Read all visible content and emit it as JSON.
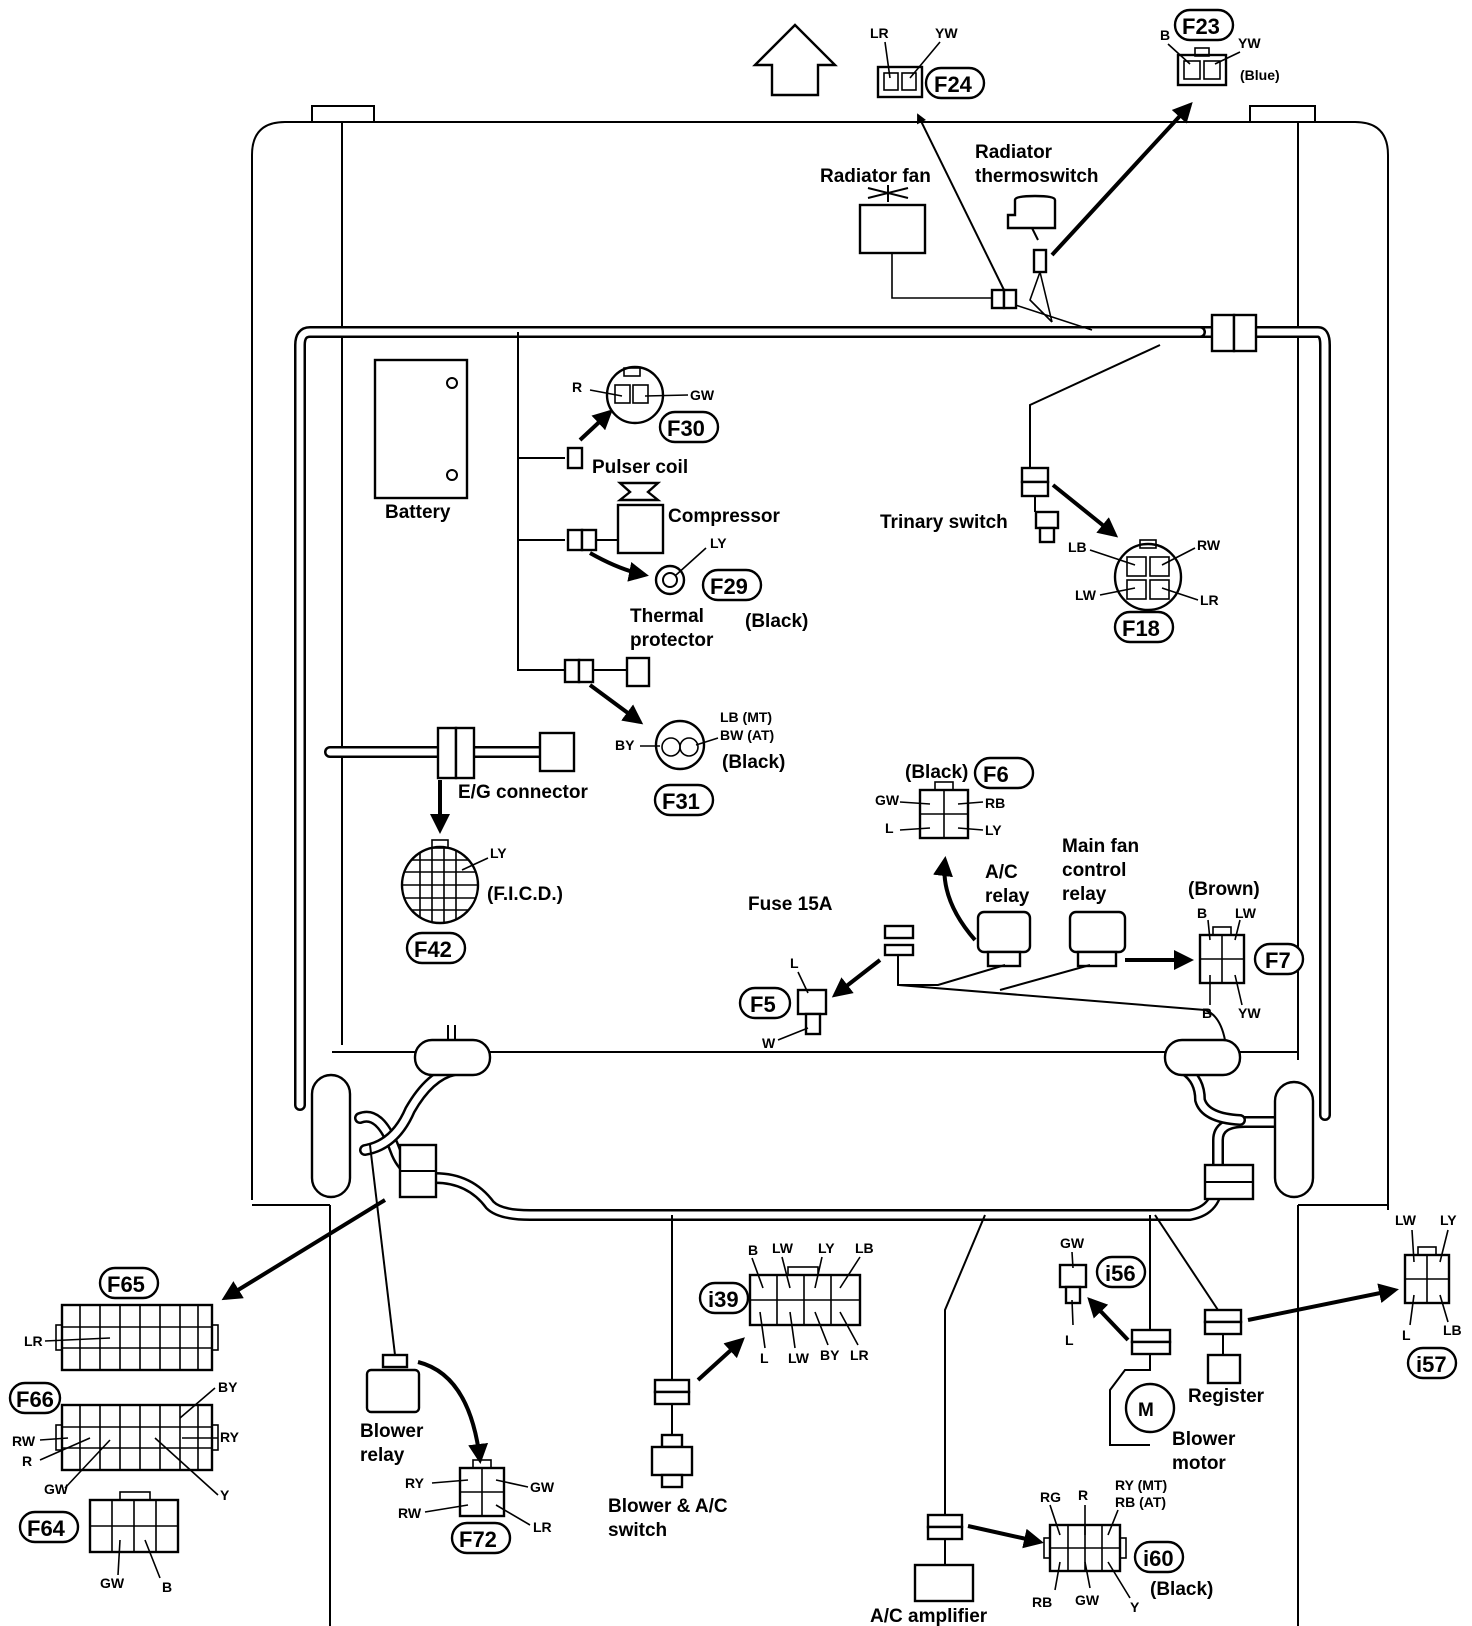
{
  "components": {
    "radiator_fan": "Radiator fan",
    "radiator_thermoswitch": [
      "Radiator",
      "thermoswitch"
    ],
    "battery": "Battery",
    "pulser_coil": "Pulser coil",
    "compressor": "Compressor",
    "thermal_protector": [
      "Thermal",
      "protector"
    ],
    "trinary_switch": "Trinary switch",
    "eg_connector": "E/G connector",
    "ficd": "(F.I.C.D.)",
    "fuse": "Fuse 15A",
    "ac_relay": [
      "A/C",
      "relay"
    ],
    "main_fan_relay": [
      "Main fan",
      "control",
      "relay"
    ],
    "blower_relay": [
      "Blower",
      "relay"
    ],
    "blower_ac_switch": [
      "Blower & A/C",
      "switch"
    ],
    "blower_motor": [
      "Blower",
      "motor"
    ],
    "motor_symbol": "M",
    "register": "Register",
    "ac_amplifier": "A/C amplifier"
  },
  "connectors": {
    "F24": {
      "id": "F24",
      "pins": [
        "LR",
        "YW"
      ]
    },
    "F23": {
      "id": "F23",
      "pins": [
        "B",
        "YW"
      ],
      "color": "(Blue)"
    },
    "F30": {
      "id": "F30",
      "pins": [
        "R",
        "GW"
      ]
    },
    "F29": {
      "id": "F29",
      "pins": [
        "LY"
      ],
      "color": "(Black)"
    },
    "F31": {
      "id": "F31",
      "pins": [
        "BY",
        "LB (MT)",
        "BW (AT)"
      ],
      "color": "(Black)"
    },
    "F18": {
      "id": "F18",
      "pins": [
        "LB",
        "RW",
        "LW",
        "LR"
      ]
    },
    "F42": {
      "id": "F42",
      "pins": [
        "LY"
      ]
    },
    "F6": {
      "id": "F6",
      "pins": [
        "GW",
        "RB",
        "L",
        "LY"
      ],
      "color": "(Black)"
    },
    "F7": {
      "id": "F7",
      "pins": [
        "B",
        "LW",
        "B",
        "YW"
      ],
      "color": "(Brown)"
    },
    "F5": {
      "id": "F5",
      "pins": [
        "L",
        "W"
      ]
    },
    "F65": {
      "id": "F65",
      "pins": [
        "LR"
      ]
    },
    "F66": {
      "id": "F66",
      "pins": [
        "BY",
        "RW",
        "R",
        "RY",
        "GW",
        "Y"
      ]
    },
    "F64": {
      "id": "F64",
      "pins": [
        "GW",
        "B"
      ]
    },
    "F72": {
      "id": "F72",
      "pins": [
        "RY",
        "GW",
        "RW",
        "LR"
      ]
    },
    "i39": {
      "id": "i39",
      "pins": [
        "B",
        "LW",
        "LY",
        "LB",
        "L",
        "LW",
        "BY",
        "LR"
      ]
    },
    "i56": {
      "id": "i56",
      "pins": [
        "GW",
        "L"
      ]
    },
    "i57": {
      "id": "i57",
      "pins": [
        "LW",
        "LY",
        "L",
        "LB"
      ]
    },
    "i60": {
      "id": "i60",
      "pins": [
        "RG",
        "R",
        "RY (MT)",
        "RB (AT)",
        "RB",
        "GW",
        "Y"
      ],
      "color": "(Black)"
    }
  }
}
